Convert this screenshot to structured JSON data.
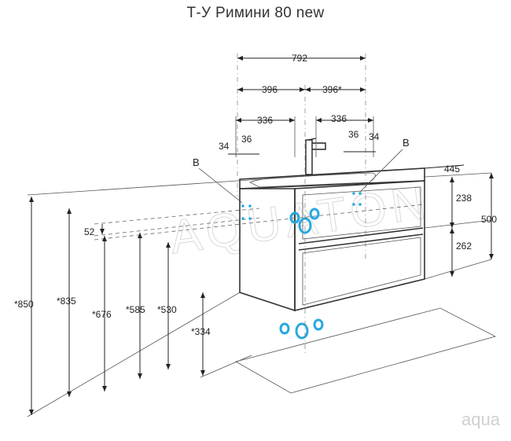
{
  "title": "Т-У Римини 80 new",
  "watermark": "AQUATON",
  "brand": "aqua",
  "accent_color": "#29a8e0",
  "dimensions": {
    "overall_width": "792",
    "half_left": "396",
    "half_right": "396*",
    "inner_left": "336",
    "inner_right": "336",
    "left_34": "34",
    "left_36": "36",
    "right_36": "36",
    "right_34": "34",
    "depth": "445",
    "upper_height": "238",
    "total_height": "500",
    "lower_height": "262",
    "offset_52": "52",
    "h_850": "*850",
    "h_835": "*835",
    "h_676": "*676",
    "h_585": "*585",
    "h_530": "*530",
    "h_334": "*334"
  },
  "labels": {
    "b_left": "B",
    "b_right": "B"
  }
}
